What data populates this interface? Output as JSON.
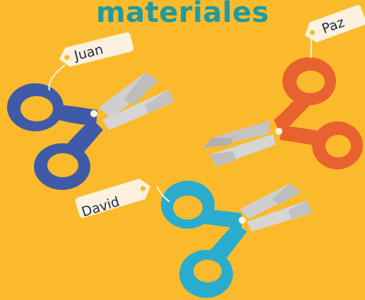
{
  "title": "materiales",
  "labels": {
    "juan": "Juan",
    "paz": "Paz",
    "david": "David"
  },
  "colors": {
    "background": "#FBBA2C",
    "title": "#1F9A9D",
    "scissors_juan": "#3F5BA8",
    "scissors_paz": "#E8622F",
    "scissors_david": "#2AACCF",
    "blade": "#CFCFCF",
    "tag": "#FBF1DE"
  },
  "icons": [
    "scissors-icon",
    "name-tag-icon"
  ]
}
